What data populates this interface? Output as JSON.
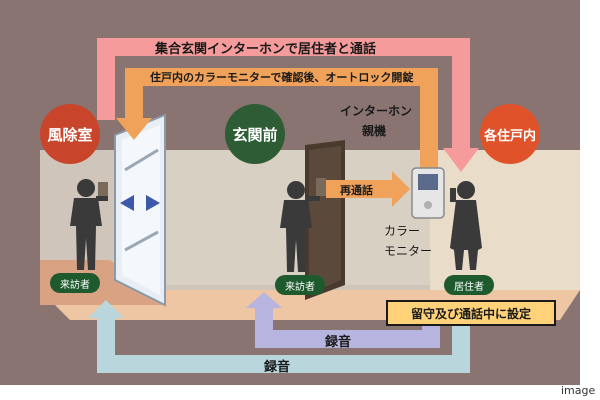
{
  "diagram": {
    "arrow_top_label": "集合玄関インターホンで居住者と通話",
    "arrow_second_label": "住戸内のカラーモニターで確認後、オートロック開錠",
    "intercom_label_line1": "インターホン",
    "intercom_label_line2": "親機",
    "recall_label": "再通話",
    "monitor_label_line1": "カラー",
    "monitor_label_line2": "モニター",
    "windbreak_room": "風除室",
    "entrance_front": "玄関前",
    "each_unit": "各住戸内",
    "visitor_left": "来訪者",
    "visitor_center": "来訪者",
    "resident": "居住者",
    "absence_setting": "留守及び通話中に設定",
    "recording_inner": "録音",
    "recording_outer": "録音",
    "image_caption": "image"
  },
  "colors": {
    "background": "#8a7472",
    "arrow_pink": "#f59b9b",
    "arrow_orange": "#f0a25a",
    "arrow_lavender": "#b8b4e0",
    "arrow_lightblue": "#b8d6dc",
    "floor_peach": "#efc6a4",
    "wall_light": "#d7cdc2",
    "circle_red": "#c8442a",
    "circle_green": "#2e5c35",
    "circle_orange": "#e0522a"
  }
}
